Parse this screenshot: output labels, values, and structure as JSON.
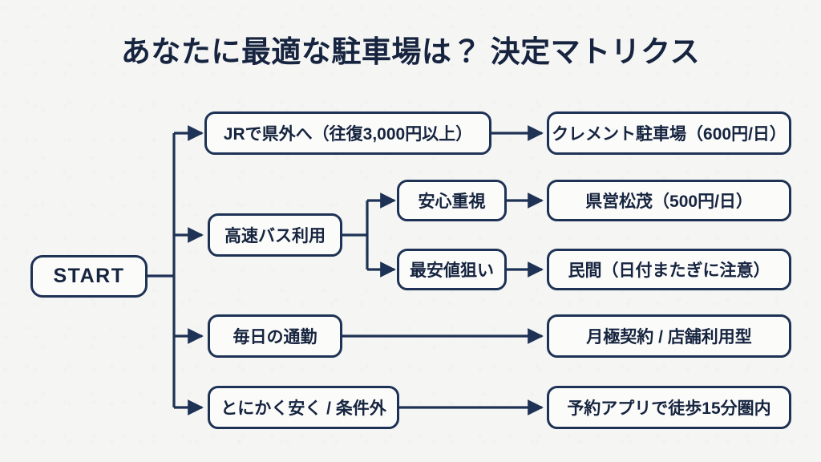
{
  "title": "あなたに最適な駐車場は？ 決定マトリクス",
  "colors": {
    "background": "#f5f5f4",
    "node_border": "#1d3254",
    "node_fill": "#fbfbfa",
    "text": "#16243f",
    "connector": "#1d3254"
  },
  "diagram": {
    "type": "decision-tree",
    "start": {
      "label": "START"
    },
    "branches": [
      {
        "id": "jr",
        "label": "JRで県外へ（往復3,000円以上）",
        "result": "クレメント駐車場（600円/日）"
      },
      {
        "id": "highway-bus",
        "label": "高速バス利用",
        "sub_branches": [
          {
            "id": "安心",
            "label": "安心重視",
            "result": "県営松茂（500円/日）"
          },
          {
            "id": "最安",
            "label": "最安値狙い",
            "result": "民間（日付またぎに注意）"
          }
        ]
      },
      {
        "id": "commute",
        "label": "毎日の通勤",
        "result": "月極契約 / 店舗利用型"
      },
      {
        "id": "cheapest",
        "label": "とにかく安く / 条件外",
        "result": "予約アプリで徒歩15分圏内"
      }
    ]
  }
}
